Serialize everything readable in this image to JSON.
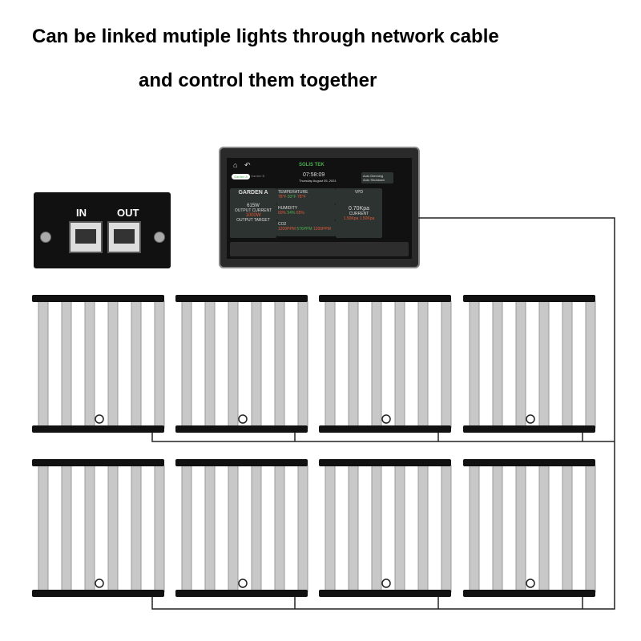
{
  "headline": {
    "line1": "Can be linked mutiple lights through network cable",
    "line2": "and control them together"
  },
  "ports": {
    "in_label": "IN",
    "out_label": "OUT"
  },
  "controller": {
    "brand": "SOLIS TEK",
    "time": "07:58:09",
    "date": "Thursday August 05, 2021",
    "tabs": [
      "Garden A",
      "Garden B"
    ],
    "auto": [
      "Auto Dimming",
      "Auto Shutdown"
    ],
    "garden": {
      "title": "GARDEN A",
      "power": "615W",
      "power_label": "OUTPUT CURRENT",
      "target": "1000W",
      "target_label": "OUTPUT TARGET"
    },
    "temperature": {
      "title": "TEMPERATURE",
      "values": [
        "78°F",
        "83°F",
        "78°F"
      ]
    },
    "humidity": {
      "title": "HUMIDITY",
      "values": [
        "60%",
        "54%",
        "65%"
      ]
    },
    "co2": {
      "title": "CO2",
      "values": [
        "1200PPM",
        "576PPM",
        "1200PPM"
      ]
    },
    "vpd": {
      "title": "VPD",
      "value": "0.70Kpa",
      "current": "CURRENT",
      "targets": [
        "1.50Kpa",
        "1.50Kpa"
      ]
    }
  },
  "colors": {
    "cable": "#222222",
    "frame": "#111111",
    "bar": "#c8c8c8"
  }
}
